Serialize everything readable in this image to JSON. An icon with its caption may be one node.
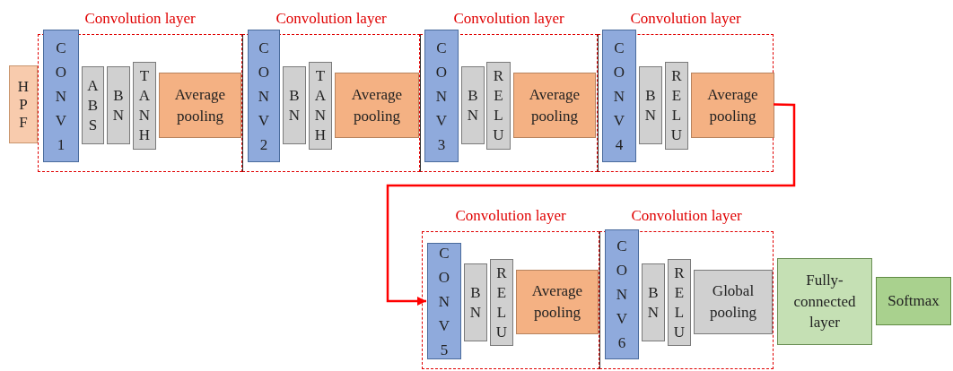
{
  "diagram": {
    "nodes": [
      {
        "text": [
          "HPF"
        ]
      },
      {
        "text": [
          "Convolution layer"
        ]
      },
      {
        "text": [
          "CONV1"
        ],
        "in": 1
      },
      {
        "text": [
          "ABS"
        ],
        "in": 1
      },
      {
        "text": [
          "BN"
        ],
        "in": 1
      },
      {
        "text": [
          "TANH"
        ],
        "in": 1
      },
      {
        "text": [
          "Average pooling"
        ],
        "in": 1
      },
      {
        "text": [
          "Convolution layer"
        ]
      },
      {
        "text": [
          "CONV2"
        ],
        "in": 7
      },
      {
        "text": [
          "BN"
        ],
        "in": 7
      },
      {
        "text": [
          "TANH"
        ],
        "in": 7
      },
      {
        "text": [
          "Average pooling"
        ],
        "in": 7
      },
      {
        "text": [
          "Convolution layer"
        ]
      },
      {
        "text": [
          "CONV3"
        ],
        "in": 12
      },
      {
        "text": [
          "BN"
        ],
        "in": 12
      },
      {
        "text": [
          "RELU"
        ],
        "in": 12
      },
      {
        "text": [
          "Average pooling"
        ],
        "in": 12
      },
      {
        "text": [
          "Convolution layer"
        ]
      },
      {
        "text": [
          "CONV4"
        ],
        "in": 17
      },
      {
        "text": [
          "BN"
        ],
        "in": 17
      },
      {
        "text": [
          "RELU"
        ],
        "in": 17
      },
      {
        "text": [
          "Average pooling"
        ],
        "in": 17
      },
      {
        "text": [
          "Convolution layer"
        ]
      },
      {
        "text": [
          "CONV5"
        ],
        "in": 22
      },
      {
        "text": [
          "BN"
        ],
        "in": 22
      },
      {
        "text": [
          "RELU"
        ],
        "in": 22
      },
      {
        "text": [
          "Average pooling"
        ],
        "in": 22
      },
      {
        "text": [
          "Convolution layer"
        ]
      },
      {
        "text": [
          "CONV6"
        ],
        "in": 27
      },
      {
        "text": [
          "BN"
        ],
        "in": 27
      },
      {
        "text": [
          "RELU"
        ],
        "in": 27
      },
      {
        "text": [
          "Global pooling"
        ],
        "in": 27
      },
      {
        "text": [
          "Fully-connected layer"
        ]
      },
      {
        "text": [
          "Softmax"
        ]
      }
    ],
    "edges": [
      {
        "from": 21,
        "to": 23,
        "arrow": "to",
        "color": "#ff0000"
      }
    ]
  }
}
